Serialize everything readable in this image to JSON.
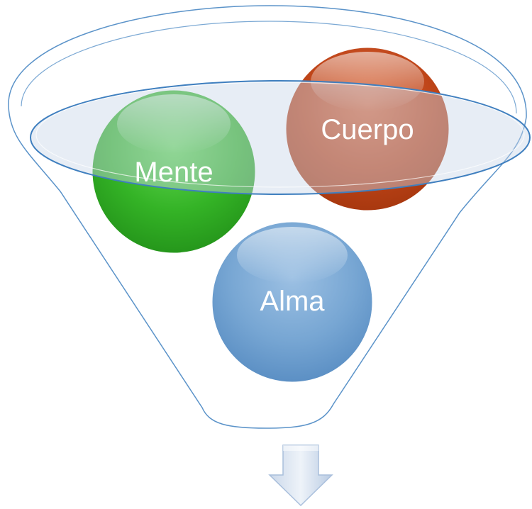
{
  "diagram": {
    "type": "funnel",
    "items": [
      {
        "label": "Mente",
        "color": "#3bb52e"
      },
      {
        "label": "Cuerpo",
        "color": "#c2461a"
      },
      {
        "label": "Alma",
        "color": "#6f9fcf"
      }
    ],
    "funnel_stroke": "#5b93c9",
    "arrow_color": "#d6e2f1"
  }
}
